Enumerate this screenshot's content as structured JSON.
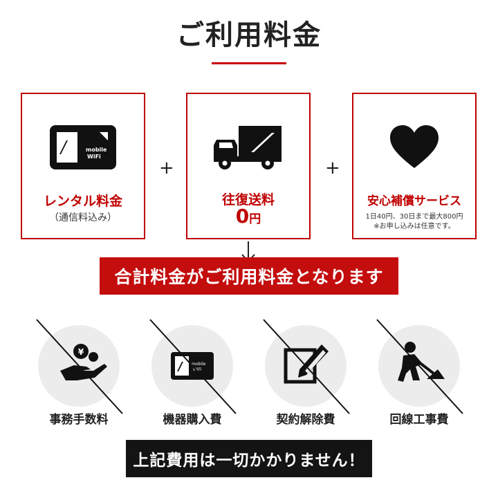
{
  "title": "ご利用料金",
  "boxes": [
    {
      "label": "レンタル料金",
      "sub": "（通信料込み）",
      "icon": "mobile-wifi-icon",
      "icon_text": "mobile WiFi"
    },
    {
      "label": "往復送料",
      "price_num": "0",
      "price_unit": "円",
      "icon": "truck-icon"
    },
    {
      "label": "安心補償サービス",
      "note1": "1日40円、30日まで最大800円",
      "note2": "※お申し込みは任意です。",
      "icon": "heart-icon"
    }
  ],
  "plus": "+",
  "arrow": "↓",
  "total_banner": "合計料金がご利用料金となります",
  "fees": [
    {
      "label": "事務手数料",
      "icon": "hand-coin-icon"
    },
    {
      "label": "機器購入費",
      "icon": "mobile-wifi-icon"
    },
    {
      "label": "契約解除費",
      "icon": "document-pen-icon"
    },
    {
      "label": "回線工事費",
      "icon": "construction-worker-icon"
    }
  ],
  "free_banner": "上記費用は一切かかりません！",
  "colors": {
    "accent": "#c40d0d",
    "dark": "#141414",
    "circle": "#ececec"
  }
}
